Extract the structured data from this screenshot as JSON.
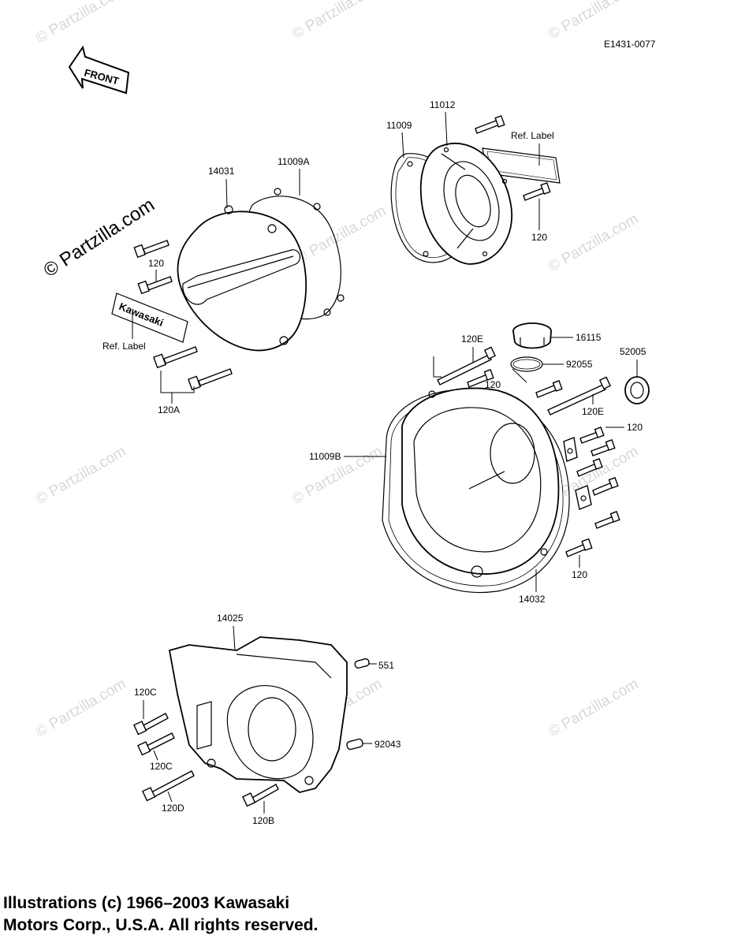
{
  "diagram": {
    "code": "E1431-0077",
    "front_label": "FRONT",
    "badge_text": "Kawasaki",
    "labels": {
      "p14031": "14031",
      "p11009A": "11009A",
      "p11009": "11009",
      "p11012": "11012",
      "ref_label_top": "Ref.  Label",
      "ref_label_left": "Ref.  Label",
      "p120_a": "120",
      "p120_b": "120",
      "p120A": "120A",
      "p16115": "16115",
      "p120E_a": "120E",
      "p92055": "92055",
      "p120_c": "120",
      "p52005": "52005",
      "p120E_b": "120E",
      "p120_d": "120",
      "p11009B": "11009B",
      "p120_e": "120",
      "p14032": "14032",
      "p14025": "14025",
      "p551": "551",
      "p120C_a": "120C",
      "p120C_b": "120C",
      "p92043": "92043",
      "p120D": "120D",
      "p120B": "120B"
    }
  },
  "watermark": {
    "main": "© Partzilla.com",
    "small": "© Partzilla.com"
  },
  "footer": {
    "line1": "Illustrations (c) 1966–2003 Kawasaki",
    "line2": "Motors Corp., U.S.A.  All rights reserved."
  }
}
